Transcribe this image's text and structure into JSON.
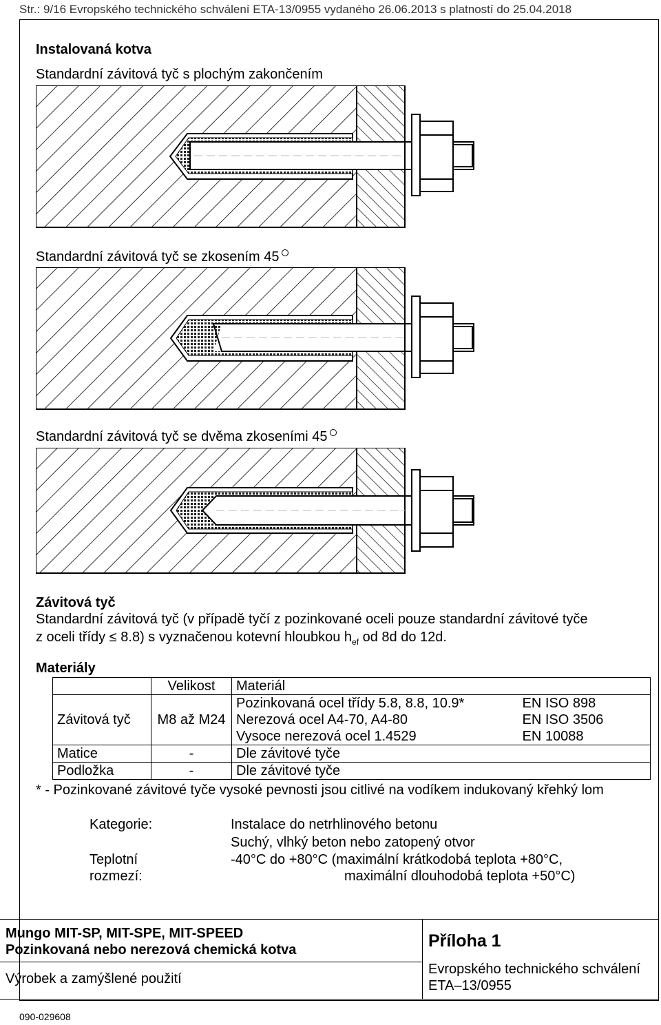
{
  "header": {
    "text": "Str.: 9/16 Evropského technického schválení ETA-13/0955 vydaného 26.06.2013 s platností do 25.04.2018"
  },
  "section1": {
    "title": "Instalovaná kotva",
    "diagram1_caption": "Standardní závitová tyč s plochým zakončením",
    "diagram2_caption": "Standardní závitová tyč se zkosením 45",
    "diagram3_caption": "Standardní závitová tyč se dvěma zkoseními 45"
  },
  "rod": {
    "title": "Závitová tyč",
    "line1": "Standardní závitová tyč (v případě tyčí z pozinkované oceli pouze standardní závitové tyče",
    "line2_a": "z oceli třídy",
    "line2_sym": "≤",
    "line2_b": "8.8) s vyznačenou kotevní hloubkou h",
    "line2_sub": "ef",
    "line2_c": " od 8d do 12d."
  },
  "materials": {
    "title": "Materiály",
    "col_size": "Velikost",
    "col_material": "Materiál",
    "row_rod_label": "Závitová tyč",
    "row_rod_size": "M8 až M24",
    "row_rod_materials": [
      {
        "name": "Pozinkovaná ocel třídy 5.8, 8.8, 10.9*",
        "norm": "EN ISO 898"
      },
      {
        "name": "Nerezová ocel A4-70, A4-80",
        "norm": "EN ISO 3506"
      },
      {
        "name": "Vysoce nerezová ocel 1.4529",
        "norm": "EN 10088"
      }
    ],
    "row_nut_label": "Matice",
    "row_nut_size": "-",
    "row_nut_material": "Dle závitové tyče",
    "row_washer_label": "Podložka",
    "row_washer_size": "-",
    "row_washer_material": "Dle závitové tyče",
    "footnote": "* - Pozinkované závitové tyče vysoké pevnosti jsou citlivé na vodíkem indukovaný křehký lom"
  },
  "conditions": {
    "category_label": "Kategorie:",
    "category_line1": "Instalace do netrhlinového betonu",
    "category_line2": "Suchý, vlhký beton nebo zatopený otvor",
    "temp_label1": "Teplotní",
    "temp_label2": "rozmezí:",
    "temp_line1": "-40°C do +80°C (maximální krátkodobá teplota +80°C,",
    "temp_line2": "maximální dlouhodobá teplota +50°C)"
  },
  "footer": {
    "product": "Mungo MIT-SP, MIT-SPE, MIT-SPEED",
    "product_desc": "Pozinkovaná nebo nerezová chemická kotva",
    "usage": "Výrobek a zamýšlené použití",
    "annex": "Příloha 1",
    "approval": "Evropského technického schválení",
    "eta": "ETA–13/0955",
    "doc_no": "090-029608"
  }
}
